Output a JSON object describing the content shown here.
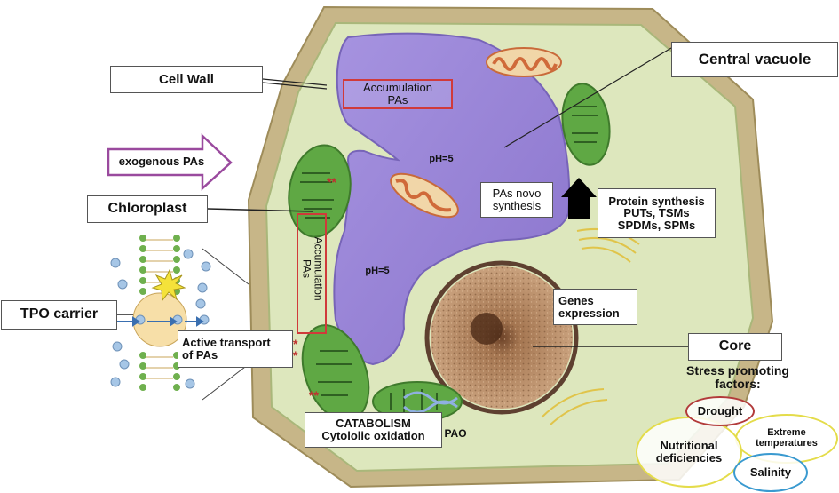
{
  "labels": {
    "cell_wall": "Cell Wall",
    "central_vacuole": "Central vacuole",
    "accumulation_top_line1": "Accumulation",
    "accumulation_top_line2": "PAs",
    "exogenous": "exogenous PAs",
    "chloroplast": "Chloroplast",
    "ph_top": "pH=5",
    "ph_bottom": "pH=5",
    "novo_line1": "PAs novo",
    "novo_line2": "synthesis",
    "protein_line1": "Protein synthesis",
    "protein_line2": "PUTs, TSMs",
    "protein_line3": "SPDMs, SPMs",
    "accumulation_side_line1": "Accumulation",
    "accumulation_side_line2": "PAs",
    "tpo_carrier": "TPO carrier",
    "active_line1": "Active transport",
    "active_line2": "of PAs",
    "genes_line1": "Genes",
    "genes_line2": "expression",
    "core": "Core",
    "stress_line1": "Stress promoting",
    "stress_line2": "factors:",
    "catabolism_line1": "CATABOLISM",
    "catabolism_line2": "Cytololic oxidation",
    "pao": "PAO"
  },
  "stress_factors": {
    "drought": "Drought",
    "extreme_line1": "Extreme",
    "extreme_line2": "temperatures",
    "nutritional_line1": "Nutritional",
    "nutritional_line2": "deficiencies",
    "salinity": "Salinity"
  },
  "colors": {
    "cell_wall": "#c9b88a",
    "cytoplasm": "#dfe8c0",
    "vacuole": "#9a86d6",
    "chloroplast": "#5fa844",
    "mitochondria": "#e08a5a",
    "nucleus": "#b88a63",
    "drought_ring": "#b23a3a",
    "salinity_ring": "#3a9ad0",
    "yellow_ring": "#e4dc4a",
    "accumulation_box": "#d03a3a",
    "exogenous_arrow": "#9a4a9e"
  }
}
